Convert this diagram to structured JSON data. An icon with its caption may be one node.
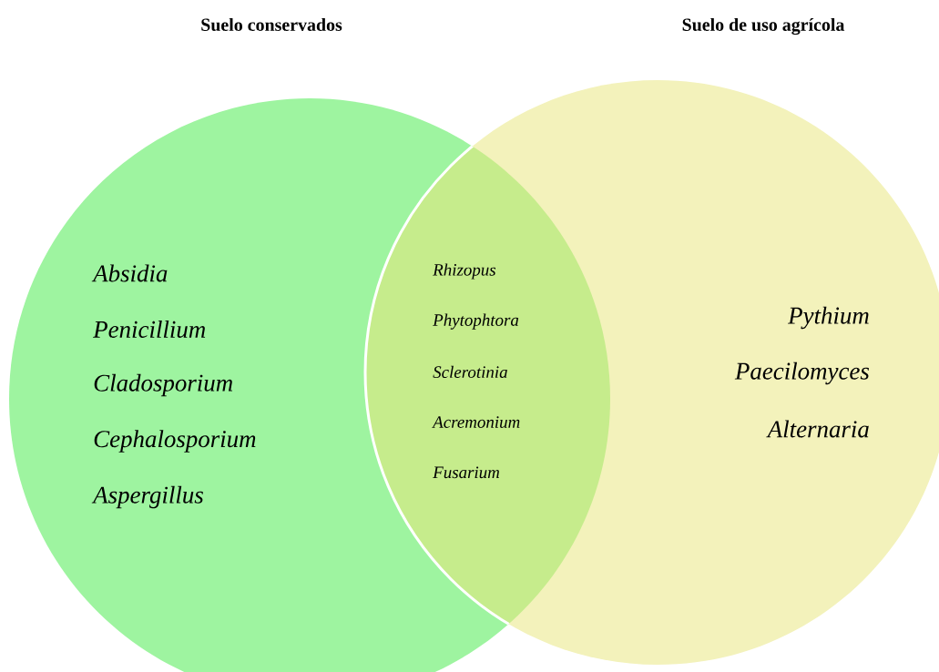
{
  "diagram": {
    "nodes": [
      {
        "text": [
          "Absidia",
          "Penicillium",
          "Cladosporium",
          "Cephalosporium",
          "Aspergillus"
        ]
      },
      {
        "text": [
          "Pythium",
          "Paecilomyces",
          "Alternaria"
        ]
      },
      {
        "text": [
          "Rhizopus",
          "Phytophtora",
          "Sclerotinia",
          "Acremonium",
          "Fusarium"
        ]
      }
    ],
    "labels": [
      "Suelo conservados",
      "Suelo de uso agrícola"
    ]
  }
}
